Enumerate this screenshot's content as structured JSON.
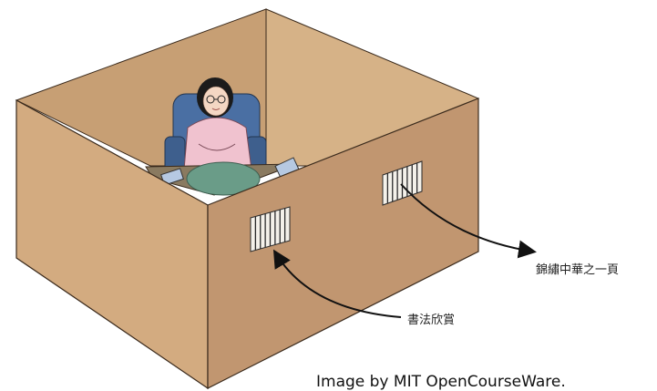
{
  "labels": {
    "right_slot": "錦繡中華之一頁",
    "front_slot": "書法欣賞"
  },
  "caption": "Image by MIT OpenCourseWare.",
  "colors": {
    "wall_light": "#d1aa7f",
    "wall_dark": "#b89068",
    "wall_inner": "#c79f74",
    "edge": "#3a2a1c",
    "chair": "#4a6fa3",
    "blouse": "#f0c2cf",
    "skirt": "#6a9c88"
  }
}
